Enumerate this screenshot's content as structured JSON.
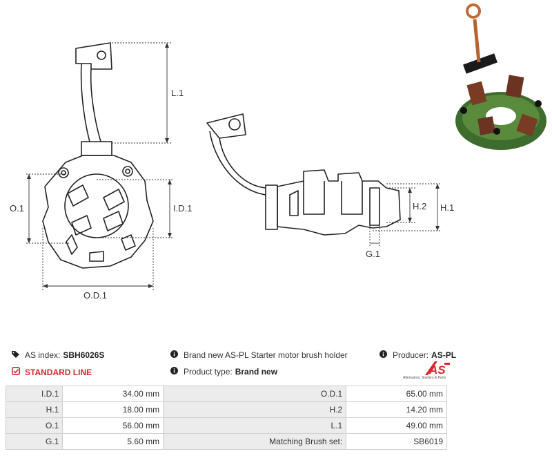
{
  "drawing": {
    "dim_labels": {
      "l1": "L.1",
      "o1": "O.1",
      "id1": "I.D.1",
      "od1": "O.D.1",
      "h2": "H.2",
      "h1": "H.1",
      "g1": "G.1"
    }
  },
  "info": {
    "as_index_label": "AS index:",
    "as_index_value": "SBH6026S",
    "standard_line": "STANDARD LINE",
    "description": "Brand new AS-PL Starter motor brush holder",
    "product_type_label": "Product type:",
    "product_type_value": "Brand new",
    "producer_label": "Producer:",
    "producer_value": "AS-PL"
  },
  "logo": {
    "mark": "AS",
    "tagline": "Alternators, Starters & Parts"
  },
  "specs": [
    {
      "label1": "I.D.1",
      "value1": "34.00 mm",
      "label2": "O.D.1",
      "value2": "65.00 mm"
    },
    {
      "label1": "H.1",
      "value1": "18.00 mm",
      "label2": "H.2",
      "value2": "14.20 mm"
    },
    {
      "label1": "O.1",
      "value1": "56.00 mm",
      "label2": "L.1",
      "value2": "49.00 mm"
    },
    {
      "label1": "G.1",
      "value1": "5.60 mm",
      "label2": "Matching Brush set:",
      "value2": "SB6019"
    }
  ],
  "colors": {
    "accent_red": "#d8262a",
    "table_label_bg": "#ececec",
    "table_border": "#cfcfcf"
  }
}
